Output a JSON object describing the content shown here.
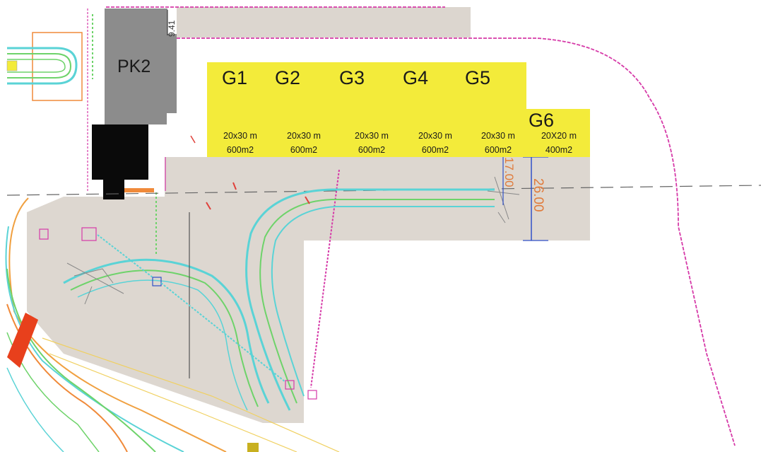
{
  "stand_block": {
    "label": "PK2",
    "dimension": "9.41"
  },
  "hangars": [
    {
      "name": "G1",
      "size": "20x30 m",
      "area": "600m2"
    },
    {
      "name": "G2",
      "size": "20x30 m",
      "area": "600m2"
    },
    {
      "name": "G3",
      "size": "20x30 m",
      "area": "600m2"
    },
    {
      "name": "G4",
      "size": "20x30 m",
      "area": "600m2"
    },
    {
      "name": "G5",
      "size": "20x30 m",
      "area": "600m2"
    },
    {
      "name": "G6",
      "size": "20X20 m",
      "area": "400m2"
    }
  ],
  "apron_dimensions": {
    "left_depth": "17.00",
    "total_depth": "26.00"
  },
  "colors": {
    "hangar_fill": "#f3eb3a",
    "apron_fill": "#dcd6cf",
    "building_gray": "#8c8c8c",
    "building_dark": "#0a0a0a",
    "boundary_line": "#d63aa8",
    "taxi_cyan": "#5ad3d6",
    "taxi_green": "#6ed36a",
    "dimension_text": "#e07a3a",
    "dimension_line": "#3050c8"
  }
}
